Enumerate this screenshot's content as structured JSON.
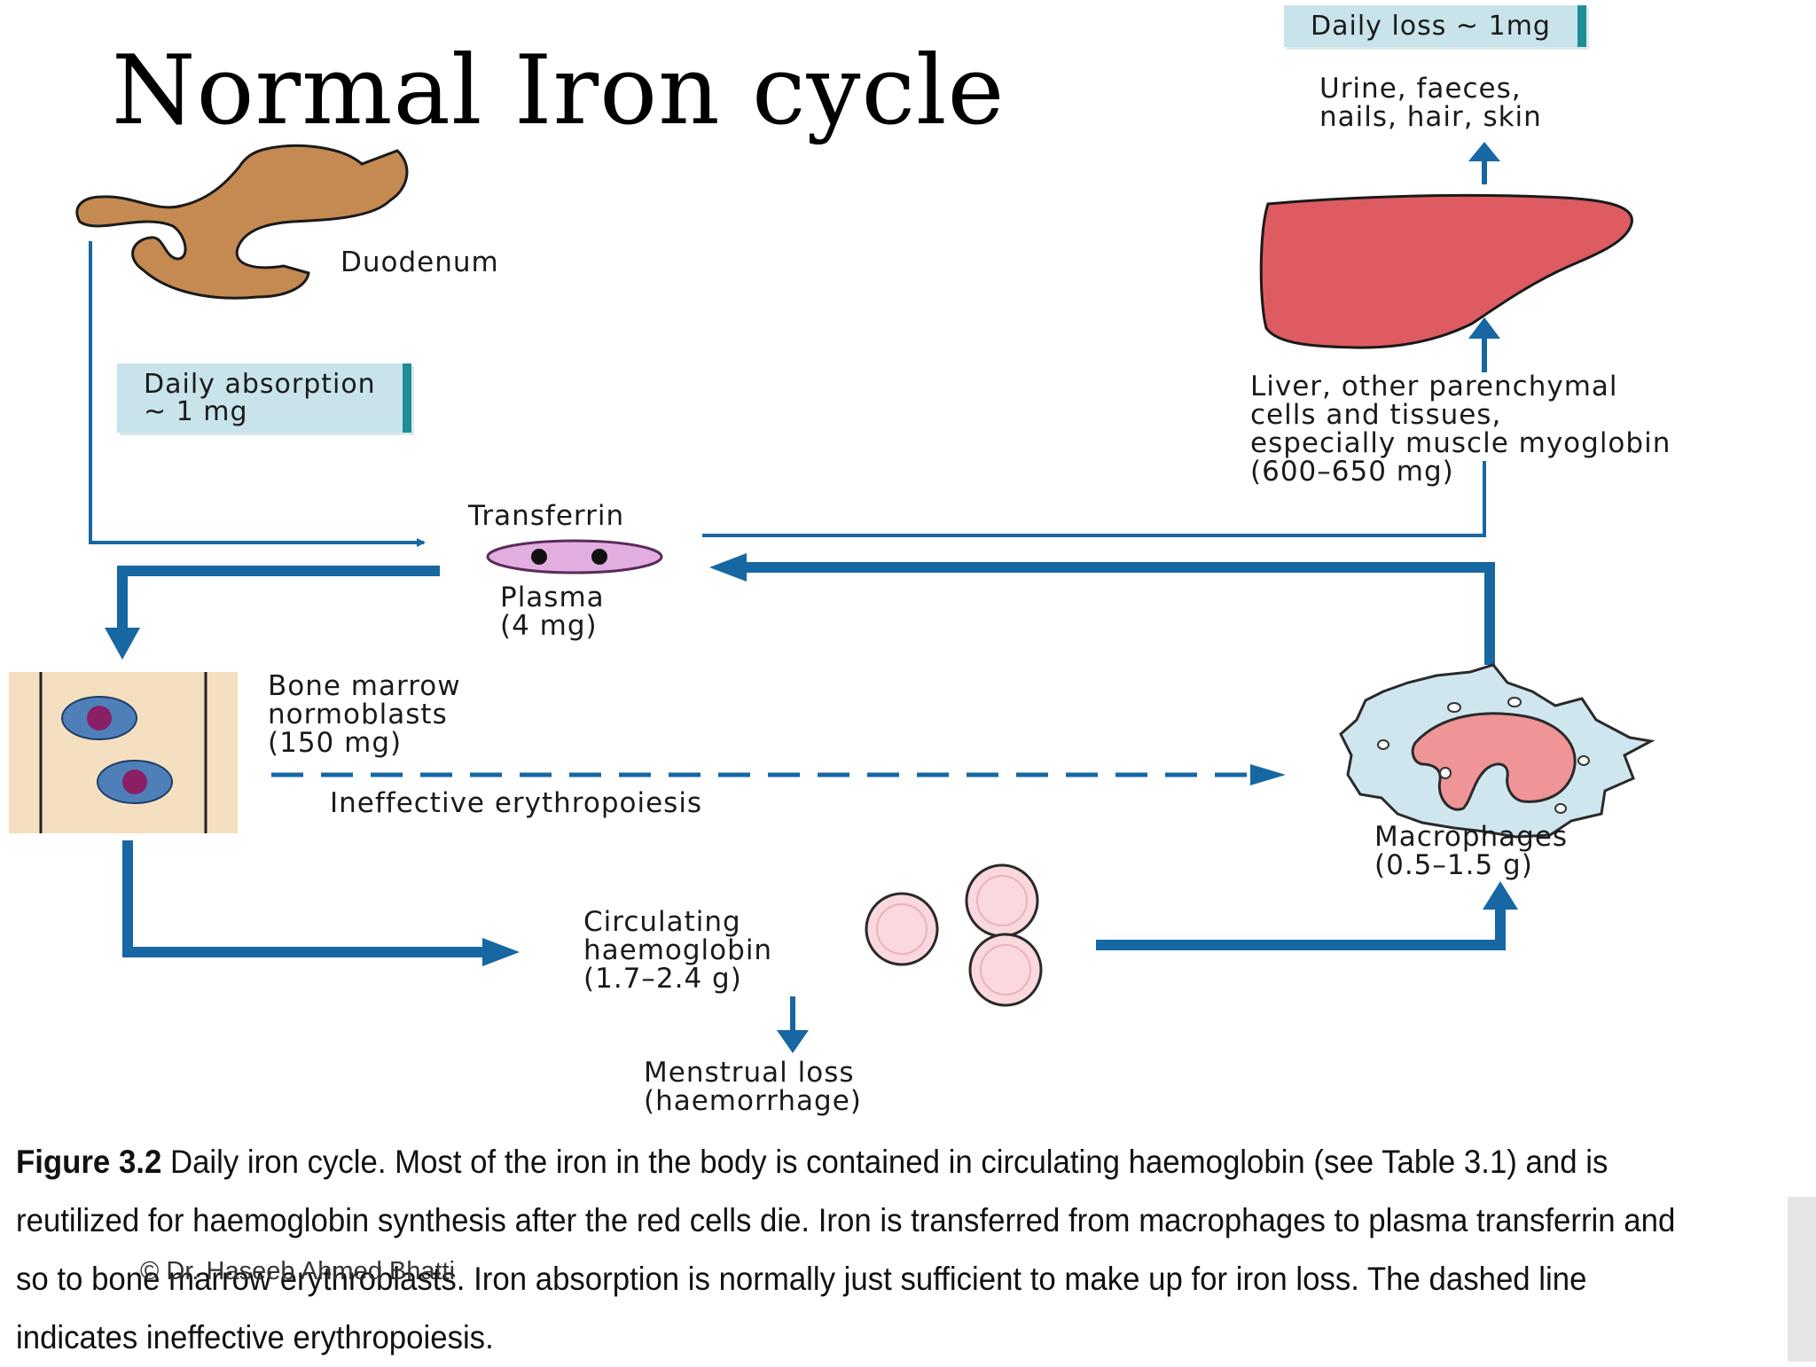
{
  "slide": {
    "title": "Normal Iron cycle",
    "copyright": "© Dr. Haseeb Ahmed Bhatti"
  },
  "diagram": {
    "daily_loss_tag": "Daily loss ~ 1mg",
    "loss_routes": "Urine, faeces,\nnails, hair, skin",
    "duodenum": "Duodenum",
    "daily_absorption_tag": "Daily absorption\n~ 1 mg",
    "liver_stores": "Liver, other parenchymal\ncells and tissues,\nespecially muscle myoglobin\n(600–650 mg)",
    "transferrin": "Transferrin",
    "plasma": "Plasma\n(4 mg)",
    "bone_marrow": "Bone marrow\nnormoblasts\n(150 mg)",
    "ineffective": "Ineffective erythropoiesis",
    "macrophages": "Macrophages\n(0.5–1.5 g)",
    "haemoglobin": "Circulating\nhaemoglobin\n(1.7–2.4 g)",
    "menstrual": "Menstrual loss\n(haemorrhage)"
  },
  "caption": {
    "figure_label": "Figure 3.2",
    "text": " Daily iron cycle. Most of the iron in the body is contained in circulating haemoglobin (see Table 3.1) and is reutilized for haemoglobin synthesis after the red cells die. Iron is transferred from macrophages to plasma transferrin and so to bone marrow erythroblasts. Iron absorption is normally just sufficient to make up for iron loss. The dashed line indicates ineffective erythropoiesis."
  },
  "colors": {
    "arrow_blue": "#1667a2",
    "tag_fill": "#c8e3ea",
    "tag_edge": "#1e8e96",
    "stomach": "#c48a52",
    "liver": "#de5b62",
    "transferrin_fill": "#e2aee0",
    "rbc_fill": "#fbd8de",
    "marrow_bg": "#f4dfc0"
  }
}
